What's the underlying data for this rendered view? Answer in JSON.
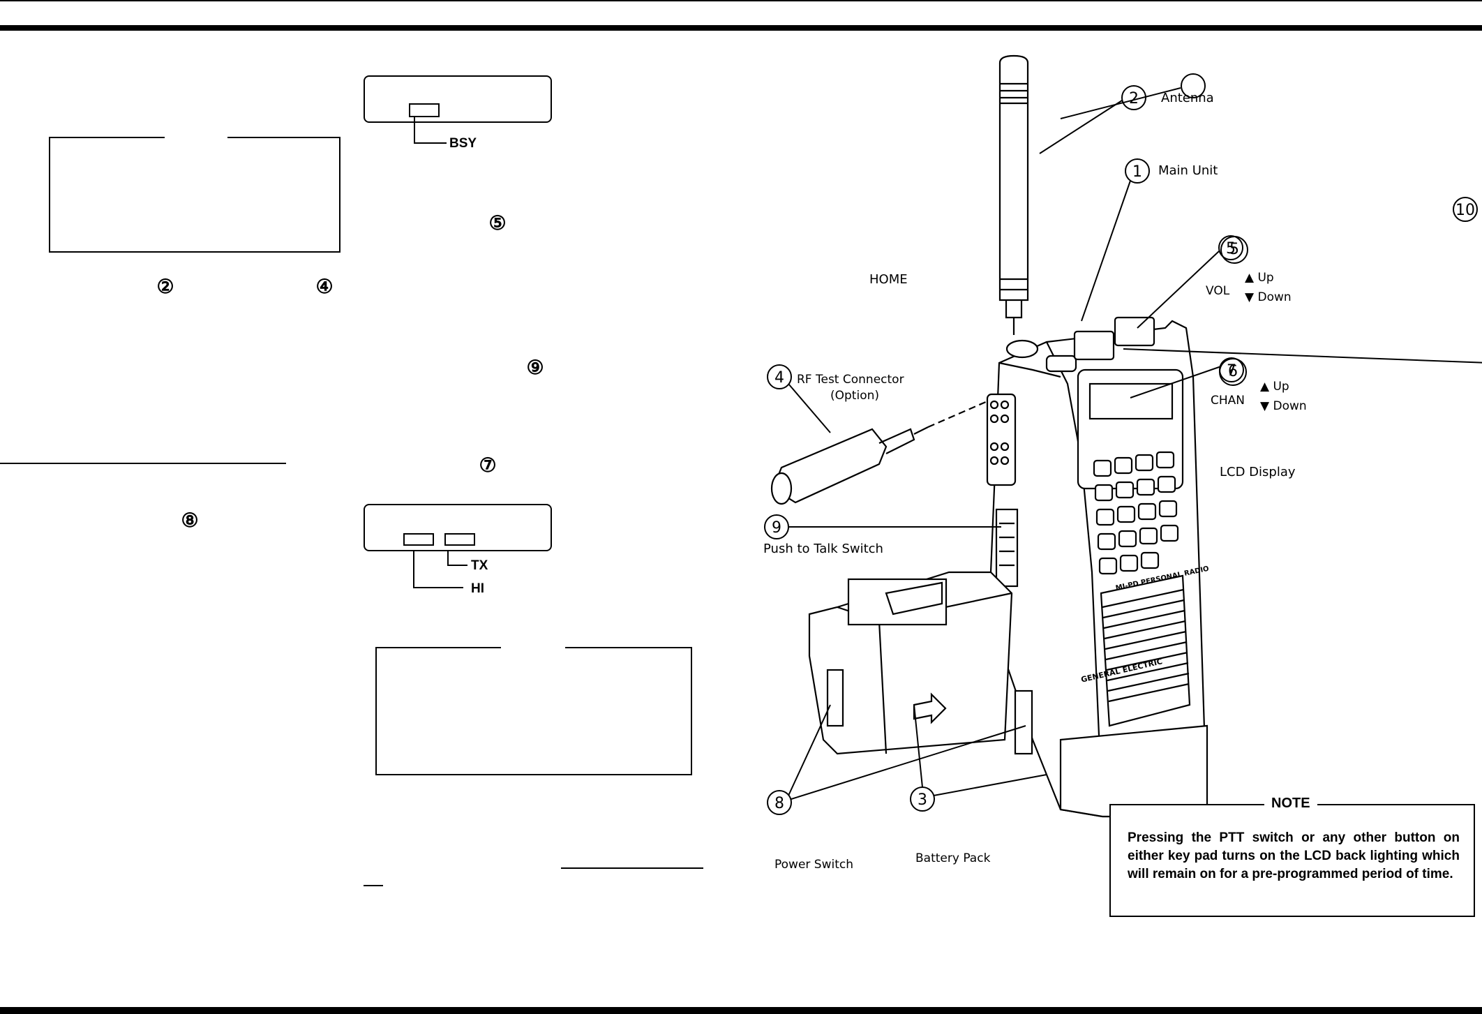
{
  "left_column": {
    "callouts": [
      "②",
      "④",
      "⑧"
    ]
  },
  "middle_column": {
    "display_top": {
      "indicator_label": "BSY"
    },
    "callouts": [
      "⑤",
      "⑨",
      "⑦"
    ],
    "display_bottom": {
      "indicator_labels": [
        "TX",
        "HI"
      ]
    }
  },
  "diagram": {
    "parts": [
      {
        "num": "1",
        "label": "Main Unit"
      },
      {
        "num": "2",
        "label": "Antenna"
      },
      {
        "num": "3",
        "label": "Battery Pack"
      },
      {
        "num": "4",
        "label": "RF Test Connector",
        "sub": "(Option)"
      },
      {
        "num": "5",
        "label": "VOL",
        "up": "▲ Up",
        "down": "▼ Down"
      },
      {
        "num": "6",
        "label": "CHAN",
        "up": "▲ Up",
        "down": "▼ Down"
      },
      {
        "num": "7",
        "label": "LCD Display"
      },
      {
        "num": "8",
        "label": "Power Switch"
      },
      {
        "num": "9",
        "label": "Push to Talk Switch"
      },
      {
        "num": "10",
        "label": "HOME"
      }
    ],
    "device_branding": [
      "MI-PD PERSONAL RADIO",
      "GENERAL ELECTRIC"
    ]
  },
  "note": {
    "title": "NOTE",
    "body": "Pressing the PTT switch or any other button on either key pad turns on the LCD back lighting which will remain on for a pre-programmed period of time."
  }
}
